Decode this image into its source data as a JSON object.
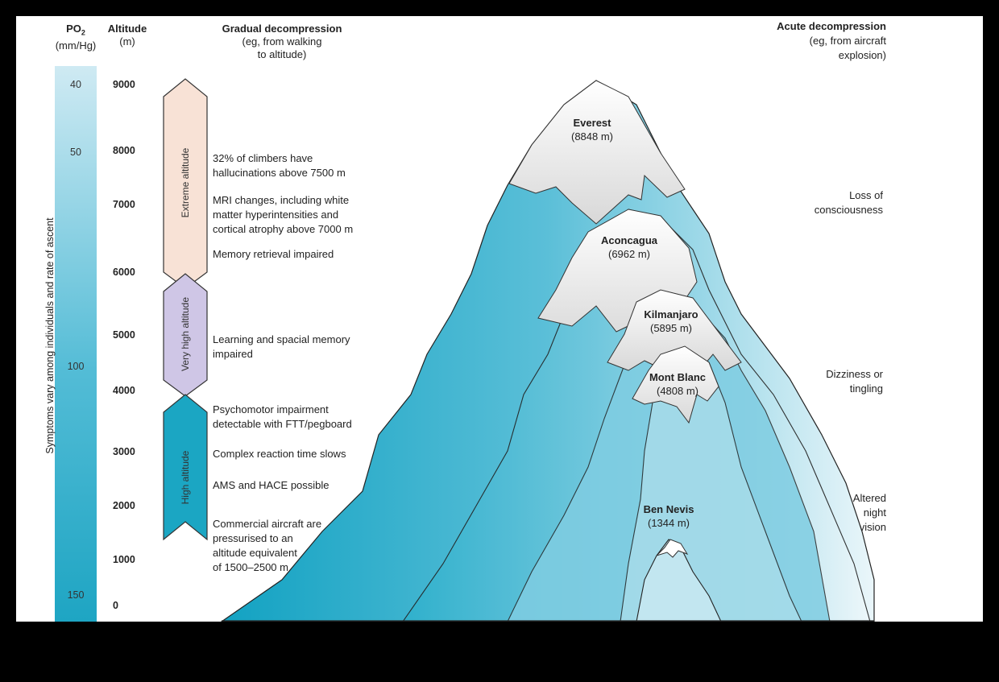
{
  "headers": {
    "po2_line1": "PO",
    "po2_sub": "2",
    "po2_line2": "(mm/Hg)",
    "altitude_line1": "Altitude",
    "altitude_line2": "(m)",
    "gradual_line1": "Gradual decompression",
    "gradual_line2": "(eg, from walking",
    "gradual_line3": "to altitude)",
    "acute_line1": "Acute decompression",
    "acute_line2": "(eg, from aircraft",
    "acute_line3": "explosion)"
  },
  "po2_ticks": [
    "40",
    "50",
    "100",
    "150"
  ],
  "altitude_ticks": [
    "9000",
    "8000",
    "7000",
    "6000",
    "5000",
    "4000",
    "3000",
    "2000",
    "1000",
    "0"
  ],
  "side_label": "Symptoms vary among individuals and rate of ascent",
  "zones": {
    "extreme": "Extreme altitude",
    "very_high": "Very high altitude",
    "high": "High altitude"
  },
  "notes": {
    "n1a": "32% of climbers have",
    "n1b": "hallucinations above 7500 m",
    "n2a": "MRI changes, including white",
    "n2b": "matter hyperintensities and",
    "n2c": "cortical atrophy above 7000 m",
    "n3": "Memory retrieval impaired",
    "n4a": "Learning and spacial memory",
    "n4b": "impaired",
    "n5a": "Psychomotor impairment",
    "n5b": "detectable with FTT/pegboard",
    "n6": "Complex reaction time slows",
    "n7": "AMS and HACE possible",
    "n8a": "Commercial aircraft are",
    "n8b": "pressurised to an",
    "n8c": "altitude equivalent",
    "n8d": "of 1500–2500 m"
  },
  "peaks": {
    "everest": {
      "name": "Everest",
      "height": "(8848 m)"
    },
    "aconcagua": {
      "name": "Aconcagua",
      "height": "(6962 m)"
    },
    "kilimanjaro": {
      "name": "Kilmanjaro",
      "height": "(5895 m)"
    },
    "montblanc": {
      "name": "Mont Blanc",
      "height": "(4808 m)"
    },
    "bennevis": {
      "name": "Ben Nevis",
      "height": "(1344 m)"
    }
  },
  "acute_effects": {
    "e1a": "Loss of",
    "e1b": "consciousness",
    "e2a": "Dizziness or",
    "e2b": "tingling",
    "e3a": "Altered",
    "e3b": "night",
    "e3c": "vision"
  },
  "colors": {
    "zone_extreme": "#f8e2d6",
    "zone_very_high": "#cfc6e6",
    "zone_high": "#1ba6c3",
    "mountain_dark": "#14a3c2",
    "mountain_light": "#e4f3f8"
  }
}
